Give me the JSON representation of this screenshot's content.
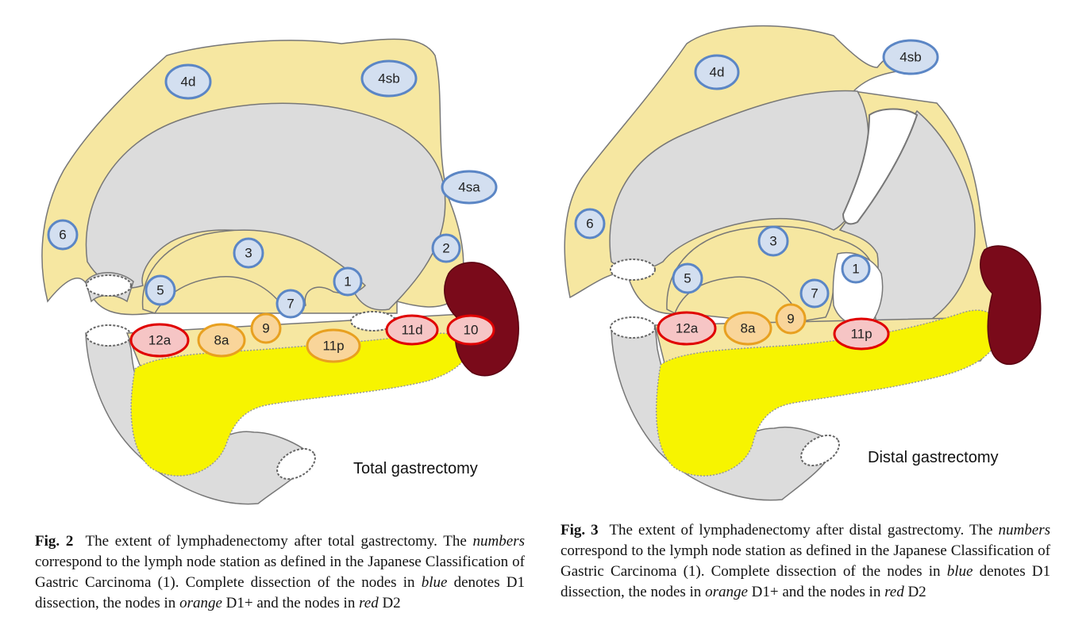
{
  "colors": {
    "fat": "#F6E7A1",
    "organ": "#DCDCDC",
    "pancreas": "#F7F400",
    "spleen": "#7A0A1A",
    "blue_fill": "#D3DFF0",
    "blue_stroke": "#5B86C5",
    "orange_fill": "#F9D59A",
    "orange_stroke": "#E8A020",
    "red_fill": "#F6C5C5",
    "red_stroke": "#E00000"
  },
  "figures": [
    {
      "diagram_title": "Total gastrectomy",
      "caption": {
        "fig_label": "Fig. 2",
        "t1": "The extent of lymphadenectomy after total gastrectomy. The",
        "numbers": "numbers",
        "t2": "correspond to the lymph node station as defined in the Japanese Classification of Gastric Carcinoma (1). Complete dissection of the nodes in",
        "blue": "blue",
        "t3": "denotes D1 dissection, the nodes in",
        "orange": "orange",
        "t4": "D1+ and the nodes in",
        "red": "red",
        "t5": "D2"
      },
      "nodes": [
        {
          "label": "4d",
          "group": "blue"
        },
        {
          "label": "4sb",
          "group": "blue"
        },
        {
          "label": "4sa",
          "group": "blue"
        },
        {
          "label": "6",
          "group": "blue"
        },
        {
          "label": "2",
          "group": "blue"
        },
        {
          "label": "3",
          "group": "blue"
        },
        {
          "label": "1",
          "group": "blue"
        },
        {
          "label": "5",
          "group": "blue"
        },
        {
          "label": "7",
          "group": "blue"
        },
        {
          "label": "9",
          "group": "orange"
        },
        {
          "label": "8a",
          "group": "orange"
        },
        {
          "label": "11p",
          "group": "orange"
        },
        {
          "label": "12a",
          "group": "red"
        },
        {
          "label": "11d",
          "group": "red"
        },
        {
          "label": "10",
          "group": "red"
        }
      ]
    },
    {
      "diagram_title": "Distal gastrectomy",
      "caption": {
        "fig_label": "Fig. 3",
        "t1": "The extent of lymphadenectomy after distal gastrectomy. The",
        "numbers": "numbers",
        "t2": "correspond to the lymph node station as defined in the Japanese Classification of Gastric Carcinoma (1). Complete dissection of the nodes in",
        "blue": "blue",
        "t3": "denotes D1 dissection, the nodes in",
        "orange": "orange",
        "t4": "D1+ and the nodes in",
        "red": "red",
        "t5": "D2"
      },
      "nodes": [
        {
          "label": "4d",
          "group": "blue"
        },
        {
          "label": "4sb",
          "group": "blue"
        },
        {
          "label": "6",
          "group": "blue"
        },
        {
          "label": "3",
          "group": "blue"
        },
        {
          "label": "1",
          "group": "blue"
        },
        {
          "label": "5",
          "group": "blue"
        },
        {
          "label": "7",
          "group": "blue"
        },
        {
          "label": "9",
          "group": "orange"
        },
        {
          "label": "8a",
          "group": "orange"
        },
        {
          "label": "12a",
          "group": "red"
        },
        {
          "label": "11p",
          "group": "red"
        }
      ]
    }
  ]
}
